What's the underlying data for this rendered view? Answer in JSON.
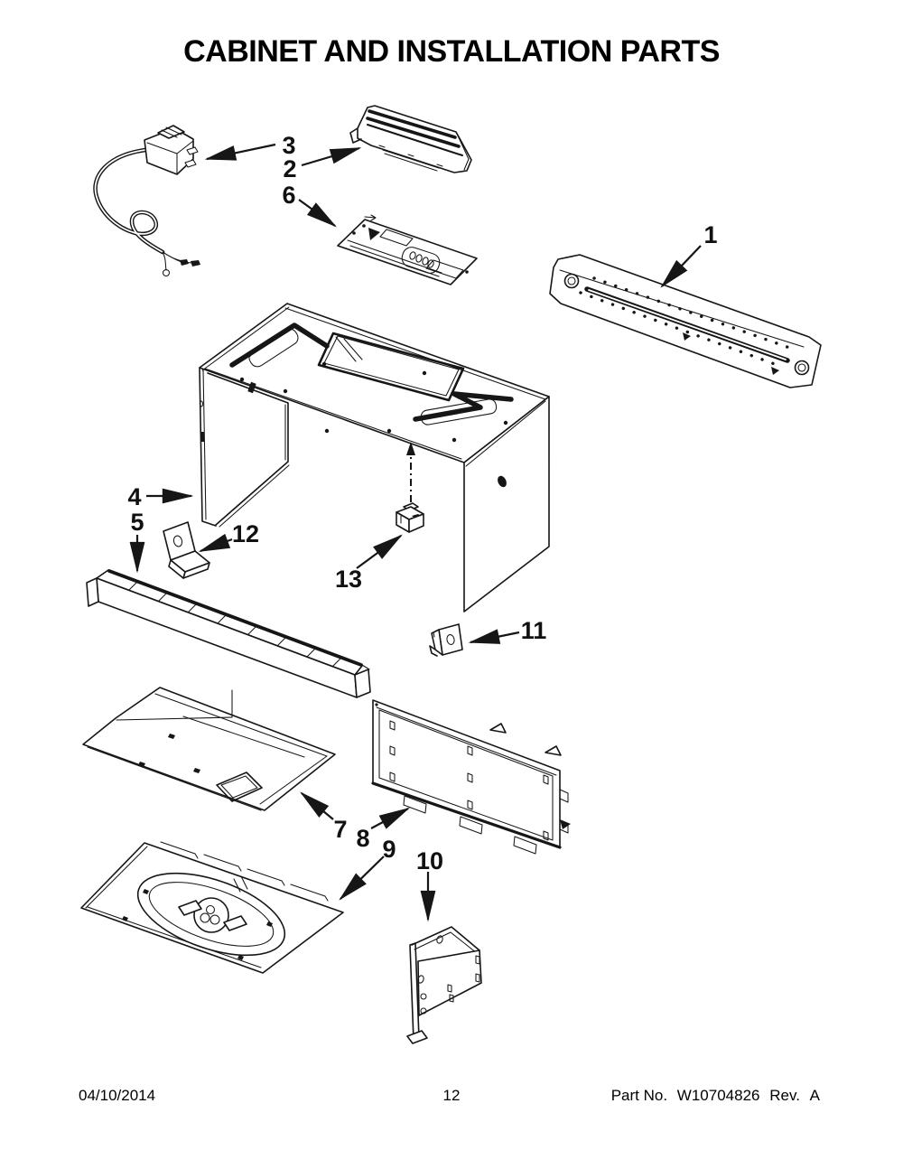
{
  "page": {
    "title": "CABINET AND INSTALLATION PARTS",
    "footer": {
      "date": "04/10/2014",
      "page_number": "12",
      "part_no_label": "Part No.",
      "part_no_value": "W10704826",
      "rev_label": "Rev.",
      "rev_value": "A"
    }
  },
  "diagram": {
    "type": "exploded-parts-diagram",
    "callouts": [
      {
        "number": "1"
      },
      {
        "number": "2"
      },
      {
        "number": "3"
      },
      {
        "number": "4"
      },
      {
        "number": "5"
      },
      {
        "number": "6"
      },
      {
        "number": "7"
      },
      {
        "number": "8"
      },
      {
        "number": "9"
      },
      {
        "number": "10"
      },
      {
        "number": "11"
      },
      {
        "number": "12"
      },
      {
        "number": "13"
      }
    ]
  }
}
